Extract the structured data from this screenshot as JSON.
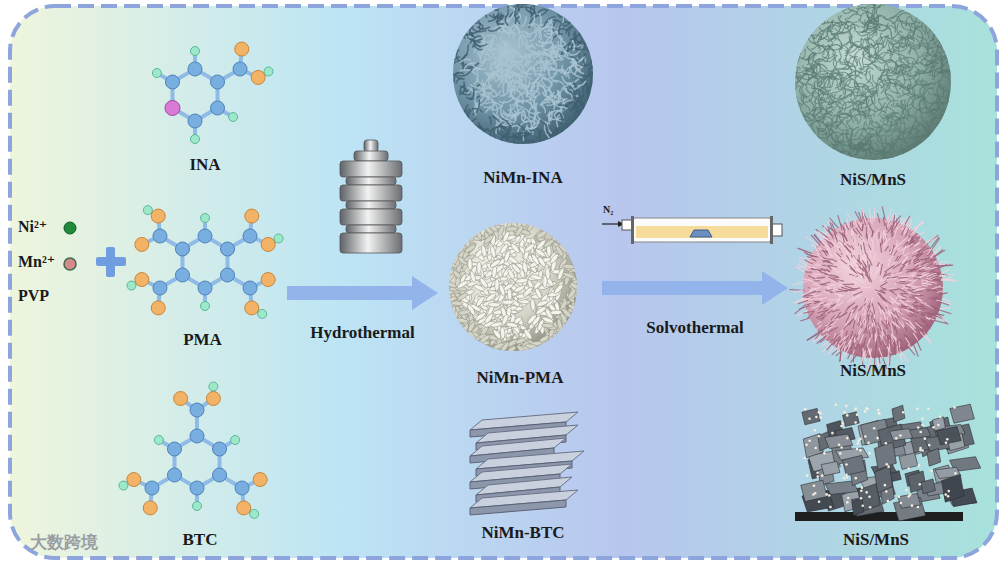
{
  "diagram": {
    "nodes": [
      {
        "text": [
          "INA"
        ]
      },
      {
        "text": [
          "PMA"
        ]
      },
      {
        "text": [
          "BTC"
        ]
      },
      {
        "text": [
          "NiMn-INA"
        ]
      },
      {
        "text": [
          "NiMn-PMA"
        ]
      },
      {
        "text": [
          "NiMn-BTC"
        ]
      },
      {
        "text": [
          "NiS/MnS"
        ]
      },
      {
        "text": [
          "NiS/MnS"
        ]
      },
      {
        "text": [
          "NiS/MnS"
        ]
      }
    ],
    "edges": [
      {
        "from": 1,
        "to": 4,
        "label": "Hydrothermal",
        "arrow": "to"
      },
      {
        "from": 4,
        "to": 7,
        "label": "Solvothermal",
        "arrow": "to"
      }
    ],
    "labels": [
      "Ni²⁺",
      "Mn²⁺",
      "PVP",
      "N₂",
      "大数跨境"
    ]
  }
}
